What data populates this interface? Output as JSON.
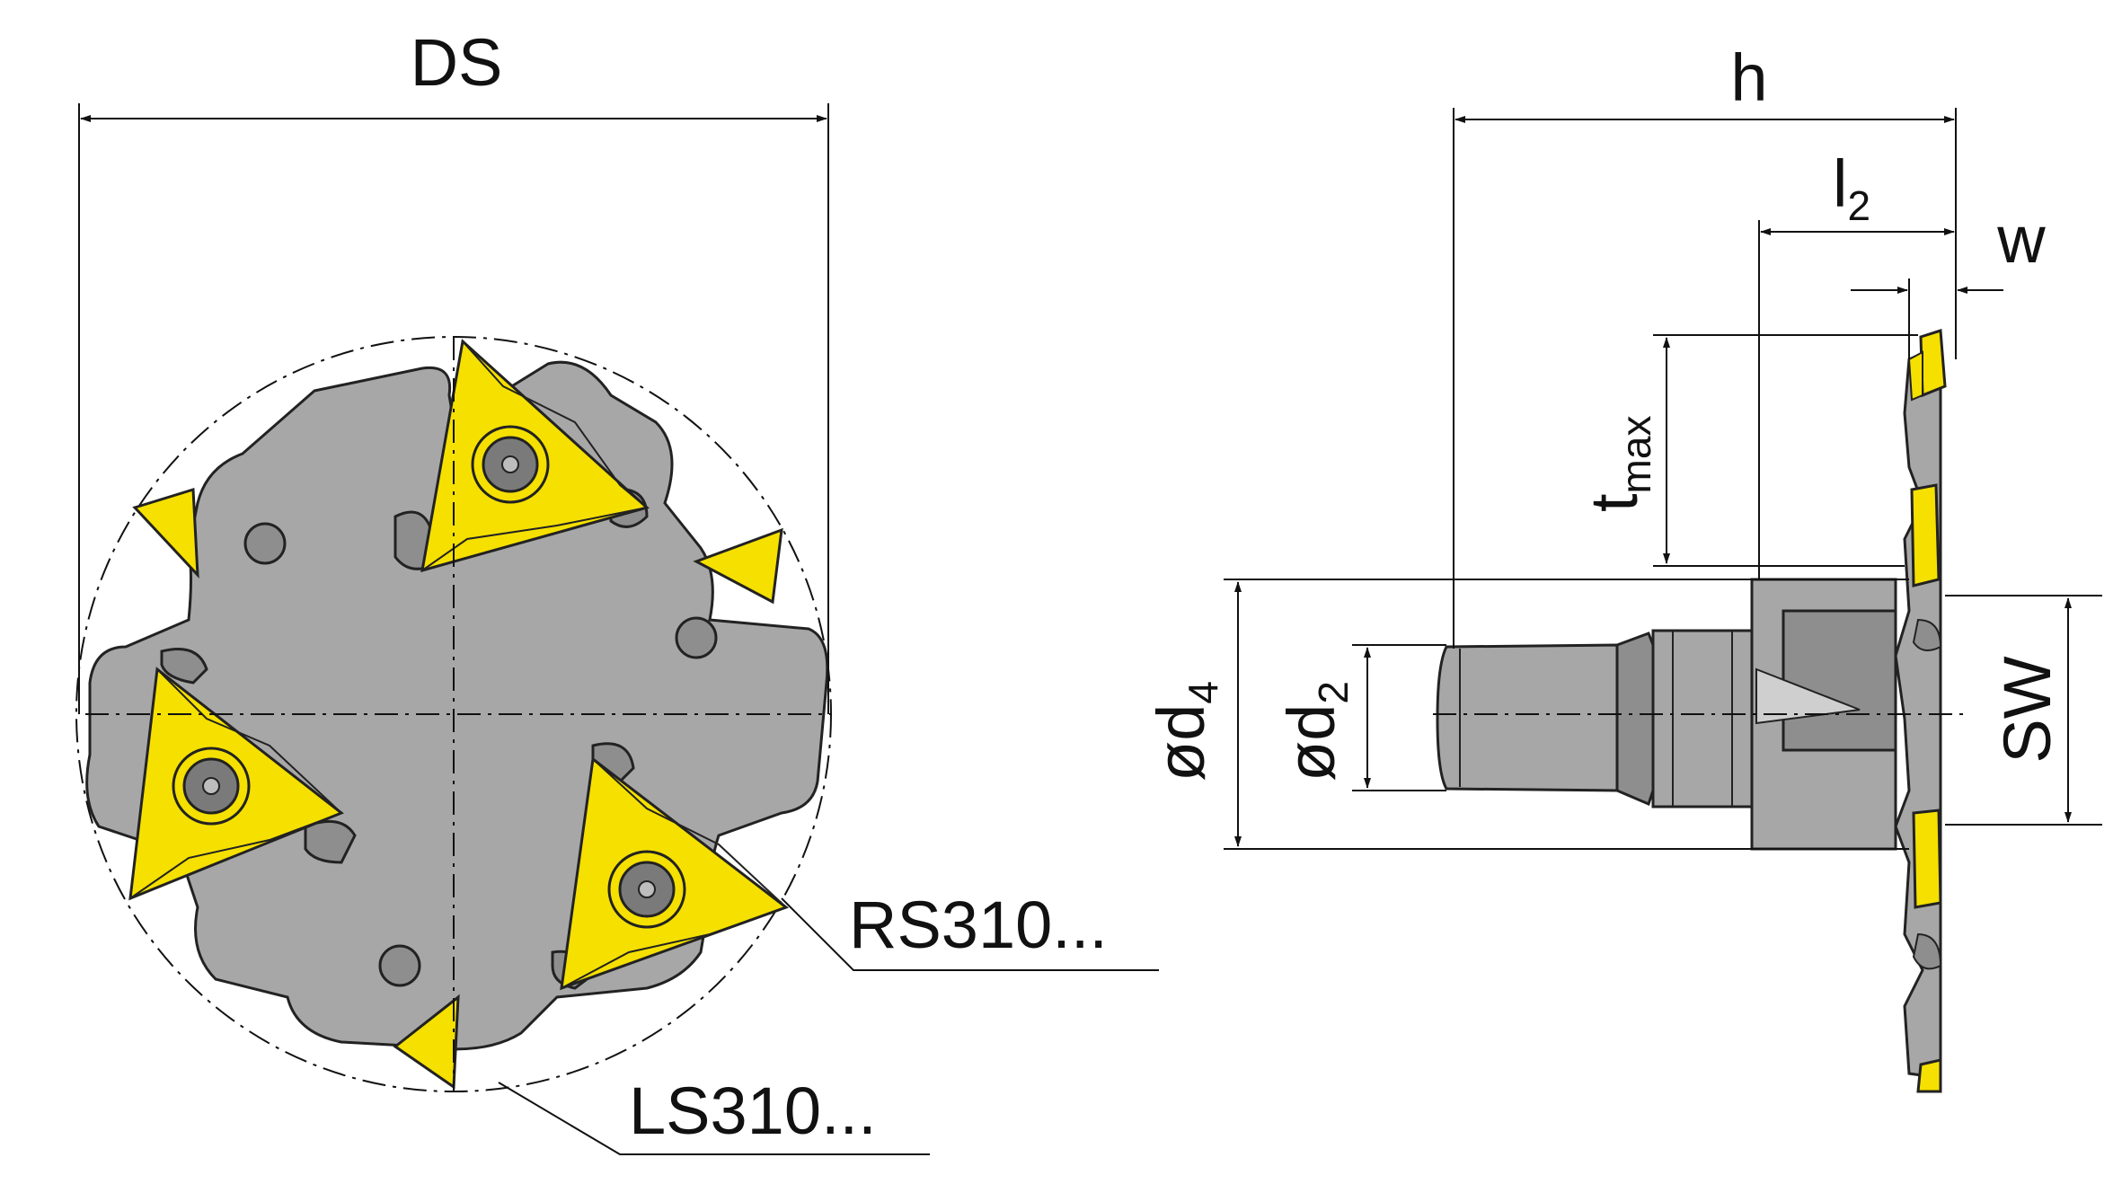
{
  "labels": {
    "ds": "DS",
    "h": "h",
    "l2_main": "l",
    "l2_sub": "2",
    "w": "w",
    "tmax_main": "t",
    "tmax_sub": "max",
    "d4_main": "ød",
    "d4_sub": "4",
    "d2_main": "ød",
    "d2_sub": "2",
    "sw": "SW",
    "rs": "RS310...",
    "ls": "LS310..."
  },
  "colors": {
    "body": "#a7a7a7",
    "body_dark": "#8e8e8e",
    "insert": "#f5e000",
    "insert_shade": "#d8c400",
    "outline": "#222222",
    "screw": "#7a7a7a"
  }
}
